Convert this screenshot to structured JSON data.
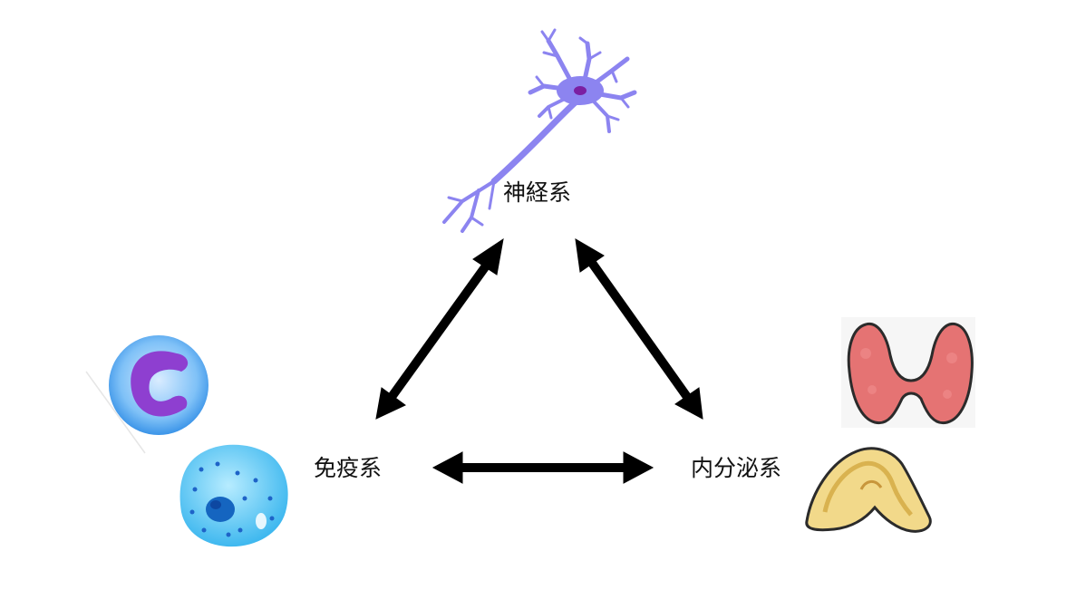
{
  "diagram": {
    "nodes": {
      "nervous": {
        "label": "神経系",
        "icon": "neuron-icon"
      },
      "immune": {
        "label": "免疫系",
        "icons": [
          "neutrophil-icon",
          "macrophage-icon"
        ]
      },
      "endocrine": {
        "label": "内分泌系",
        "icons": [
          "thyroid-icon",
          "adrenal-gland-icon"
        ]
      }
    },
    "edges": [
      {
        "from": "nervous",
        "to": "immune",
        "type": "bidirectional"
      },
      {
        "from": "nervous",
        "to": "endocrine",
        "type": "bidirectional"
      },
      {
        "from": "immune",
        "to": "endocrine",
        "type": "bidirectional"
      }
    ],
    "colors": {
      "arrow": "#000000",
      "neuron": "#8c84f0",
      "neuron_nucleus": "#7b1fa2",
      "neutrophil_outer": "#4aa3f0",
      "neutrophil_nucleus": "#8e3fd0",
      "macrophage": "#4ec3f2",
      "macrophage_nucleus": "#1565c0",
      "thyroid": "#e57373",
      "adrenal": "#f2d98a"
    }
  }
}
